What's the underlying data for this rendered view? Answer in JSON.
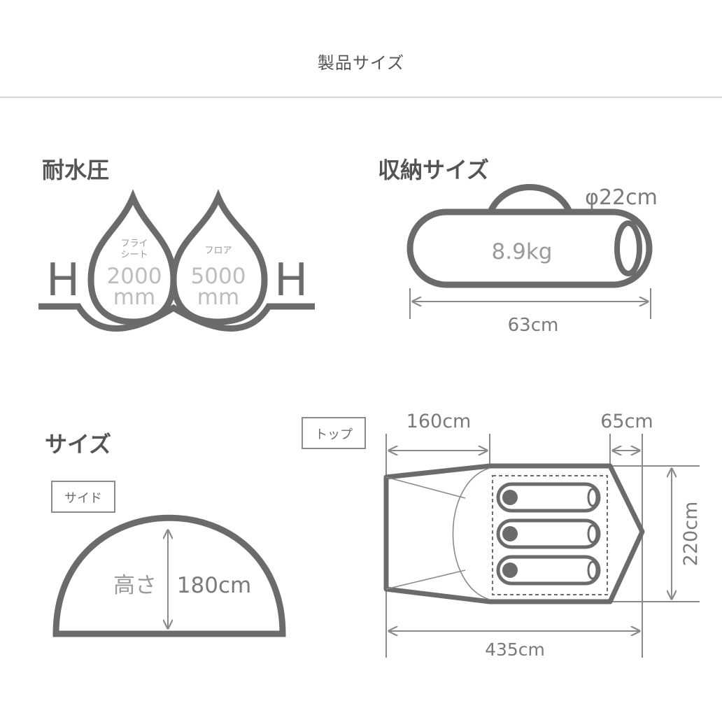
{
  "header": {
    "title": "製品サイズ"
  },
  "water_pressure": {
    "title": "耐水圧",
    "h_label": "H",
    "fly_sheet": {
      "label_line1": "フライ",
      "label_line2": "シート",
      "value": "2000",
      "unit": "mm"
    },
    "floor": {
      "label": "フロア",
      "value": "5000",
      "unit": "mm"
    }
  },
  "storage": {
    "title": "収納サイズ",
    "diameter": "φ22cm",
    "weight": "8.9kg",
    "length": "63cm"
  },
  "size": {
    "title": "サイズ",
    "side": {
      "tag": "サイド",
      "height_label": "高さ",
      "height_value": "180cm"
    },
    "top": {
      "tag": "トップ",
      "front_length": "160cm",
      "rear_length": "65cm",
      "width": "220cm",
      "total_length": "435cm"
    }
  },
  "colors": {
    "stroke": "#6b6b6b",
    "text": "#6b6b6b",
    "light_text": "#9a9a9a",
    "rule": "#d6d6d6",
    "fill_light": "#bdbdbd"
  }
}
